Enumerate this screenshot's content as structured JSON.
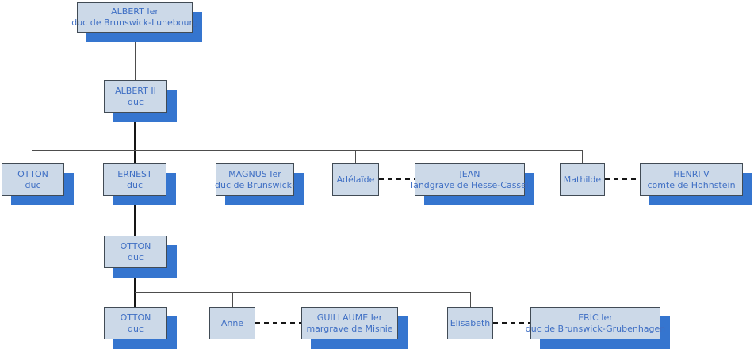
{
  "colors": {
    "node_fill": "#ccd9e8",
    "node_border": "#414b55",
    "node_text": "#3f6fc4",
    "node_shadow": "#3575cf",
    "connector": "#4d4d4d",
    "connector_bold": "#161616"
  },
  "nodes": {
    "albert1": {
      "name": "ALBERT Ier",
      "title": "duc de Brunswick-Lunebourg"
    },
    "albert2": {
      "name": "ALBERT II",
      "title": "duc"
    },
    "otton_a": {
      "name": "OTTON",
      "title": "duc"
    },
    "ernest": {
      "name": "ERNEST",
      "title": "duc"
    },
    "magnus": {
      "name": "MAGNUS Ier",
      "title": "duc de Brunswick-"
    },
    "adelaide": {
      "name": "Adélaïde"
    },
    "jean": {
      "name": "JEAN",
      "title": "landgrave de Hesse-Cassel"
    },
    "mathilde": {
      "name": "Mathilde"
    },
    "henri5": {
      "name": "HENRI V",
      "title": "comte de Hohnstein"
    },
    "otton_b": {
      "name": "OTTON",
      "title": "duc"
    },
    "otton_c": {
      "name": "OTTON",
      "title": "duc"
    },
    "anne": {
      "name": "Anne"
    },
    "guillaume": {
      "name": "GUILLAUME Ier",
      "title": "margrave de Misnie"
    },
    "elisabeth": {
      "name": "Elisabeth"
    },
    "eric": {
      "name": "ERIC Ier",
      "title": "duc de Brunswick-Grubenhagen"
    }
  }
}
